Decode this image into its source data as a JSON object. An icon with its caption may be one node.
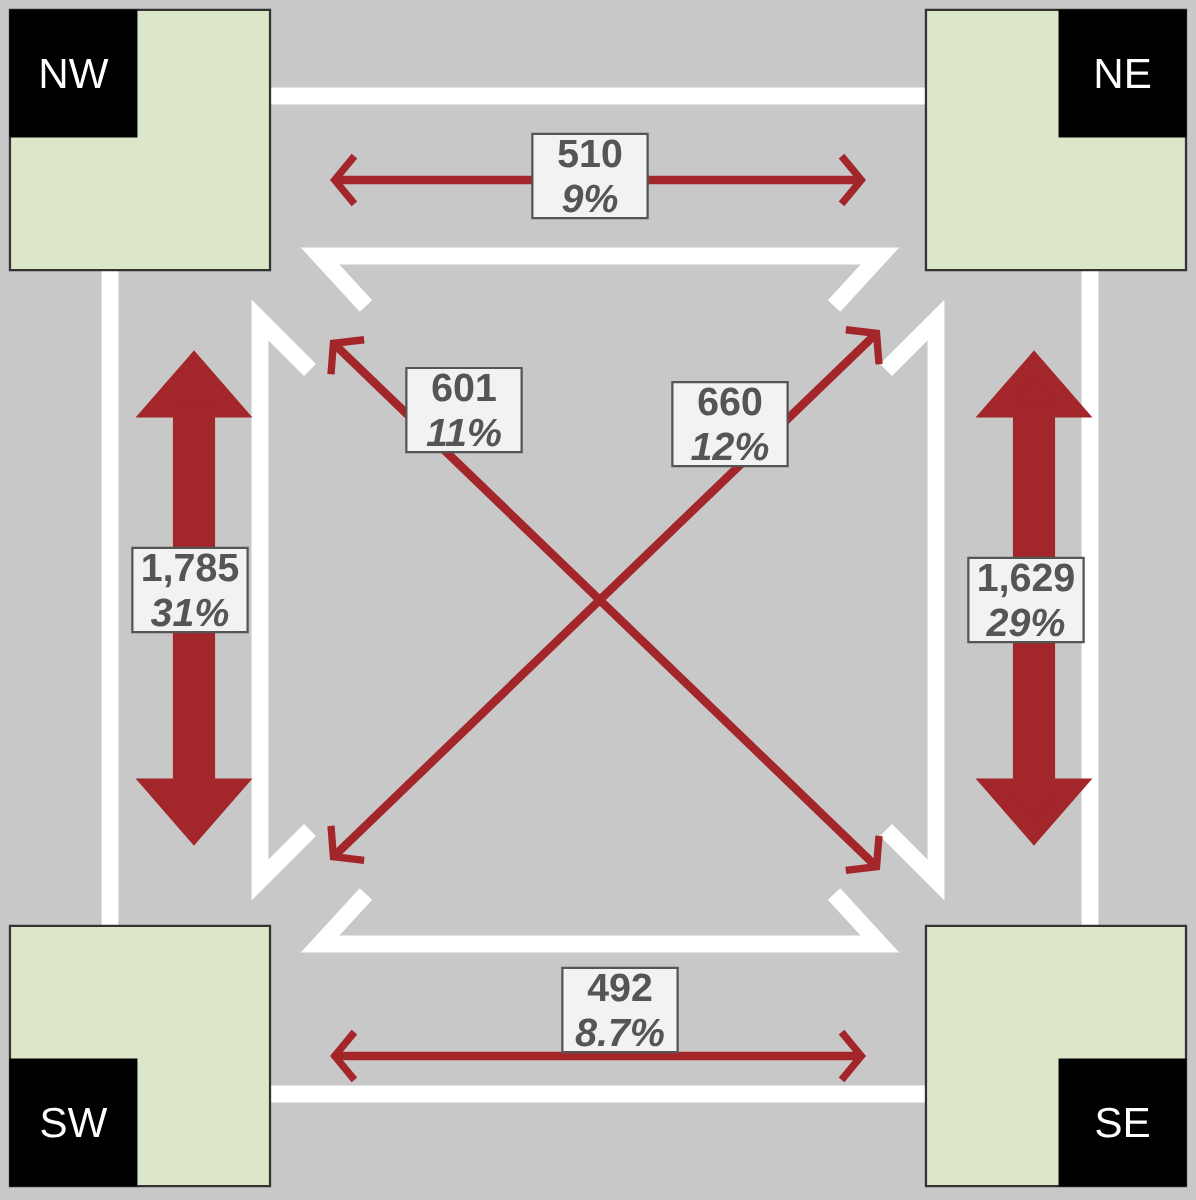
{
  "diagram": {
    "nodes": [
      {
        "text": [
          "NW"
        ]
      },
      {
        "text": [
          "NE"
        ]
      },
      {
        "text": [
          "SW"
        ]
      },
      {
        "text": [
          "SE"
        ]
      }
    ],
    "edges": [
      {
        "from": 0,
        "to": 1,
        "arrow": "both",
        "label": "510 *9%*"
      },
      {
        "from": 0,
        "to": 2,
        "arrow": "both",
        "label": "1,785 *31%*",
        "style": "thick"
      },
      {
        "from": 1,
        "to": 3,
        "arrow": "both",
        "label": "1,629 *29%*",
        "style": "thick"
      },
      {
        "from": 2,
        "to": 3,
        "arrow": "both",
        "label": "492 *8.7%*"
      },
      {
        "from": 0,
        "to": 3,
        "arrow": "both",
        "label": "601 *11%*"
      },
      {
        "from": 1,
        "to": 2,
        "arrow": "both",
        "label": "660 *12%*"
      }
    ]
  }
}
